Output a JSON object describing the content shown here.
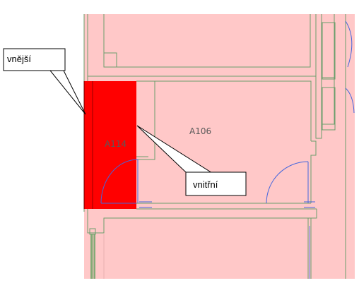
{
  "rooms": {
    "a114": "A114",
    "a106": "A106"
  },
  "callouts": {
    "outer": "vnější",
    "inner": "vnitřní"
  },
  "colors": {
    "floor": "#ffc8c8",
    "highlight": "#ff0000",
    "wall": "#6b9e6b",
    "door": "#4466dd",
    "callout_bg": "#ffffff",
    "callout_border": "#000000"
  }
}
